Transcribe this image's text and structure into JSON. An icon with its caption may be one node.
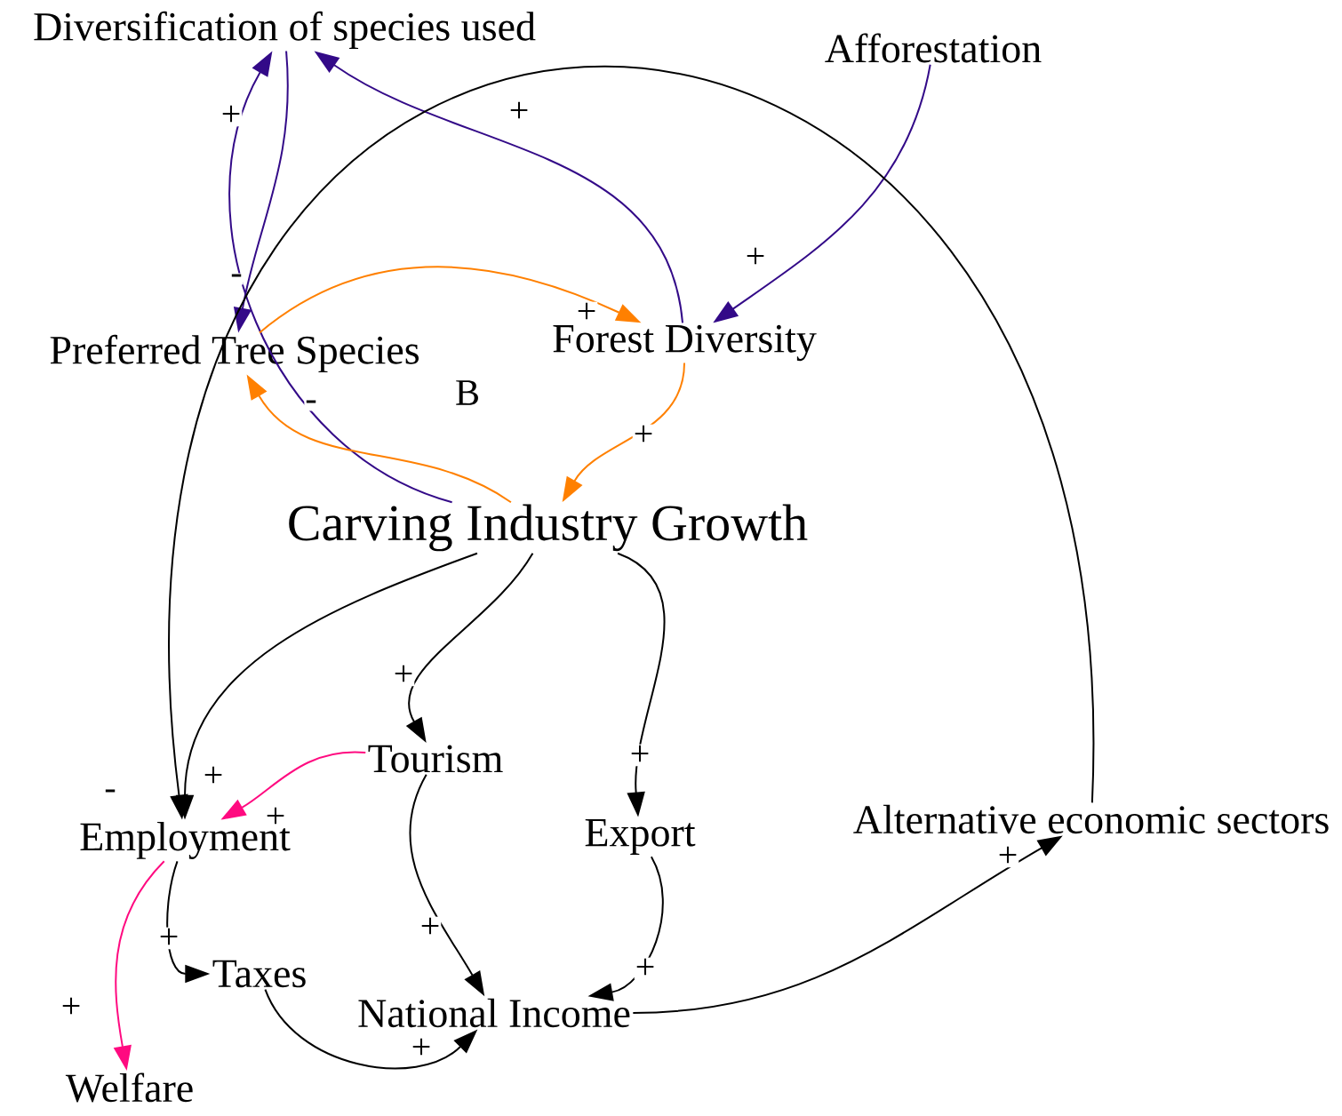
{
  "diagram": {
    "nodes": [
      {
        "text": [
          "Diversification of species used"
        ]
      },
      {
        "text": [
          "Afforestation"
        ]
      },
      {
        "text": [
          "Preferred Tree Species"
        ]
      },
      {
        "text": [
          "Forest Diversity"
        ]
      },
      {
        "text": [
          "Carving Industry Growth"
        ]
      },
      {
        "text": [
          "Tourism"
        ]
      },
      {
        "text": [
          "Employment"
        ]
      },
      {
        "text": [
          "Export"
        ]
      },
      {
        "text": [
          "Alternative economic sectors"
        ]
      },
      {
        "text": [
          "Taxes"
        ]
      },
      {
        "text": [
          "National Income"
        ]
      },
      {
        "text": [
          "Welfare"
        ]
      }
    ],
    "edges": [
      {
        "from": 4,
        "to": 0,
        "arrow": "to",
        "label": "+",
        "color": "#330a88"
      },
      {
        "from": 0,
        "to": 2,
        "arrow": "to",
        "label": "-",
        "color": "#330a88"
      },
      {
        "from": 3,
        "to": 0,
        "arrow": "to",
        "label": "+",
        "color": "#330a88"
      },
      {
        "from": 1,
        "to": 3,
        "arrow": "to",
        "label": "+",
        "color": "#330a88"
      },
      {
        "from": 2,
        "to": 3,
        "arrow": "to",
        "label": "+",
        "color": "#ff8000"
      },
      {
        "from": 3,
        "to": 4,
        "arrow": "to",
        "label": "+",
        "color": "#ff8000"
      },
      {
        "from": 4,
        "to": 2,
        "arrow": "to",
        "label": "-",
        "color": "#ff8000"
      },
      {
        "from": 8,
        "to": 6,
        "arrow": "to",
        "label": "-"
      },
      {
        "from": 4,
        "to": 6,
        "arrow": "to",
        "label": "+"
      },
      {
        "from": 4,
        "to": 5,
        "arrow": "to",
        "label": "+"
      },
      {
        "from": 4,
        "to": 7,
        "arrow": "to",
        "label": "+"
      },
      {
        "from": 5,
        "to": 6,
        "arrow": "to",
        "label": "+",
        "color": "#ff0a80"
      },
      {
        "from": 5,
        "to": 10,
        "arrow": "to",
        "label": "+"
      },
      {
        "from": 6,
        "to": 9,
        "arrow": "to",
        "label": "+"
      },
      {
        "from": 6,
        "to": 11,
        "arrow": "to",
        "label": "+",
        "color": "#ff0a80"
      },
      {
        "from": 9,
        "to": 10,
        "arrow": "to",
        "label": "+"
      },
      {
        "from": 7,
        "to": 10,
        "arrow": "to",
        "label": "+"
      },
      {
        "from": 10,
        "to": 8,
        "arrow": "to",
        "label": "+"
      }
    ],
    "labels": [
      "B"
    ]
  }
}
